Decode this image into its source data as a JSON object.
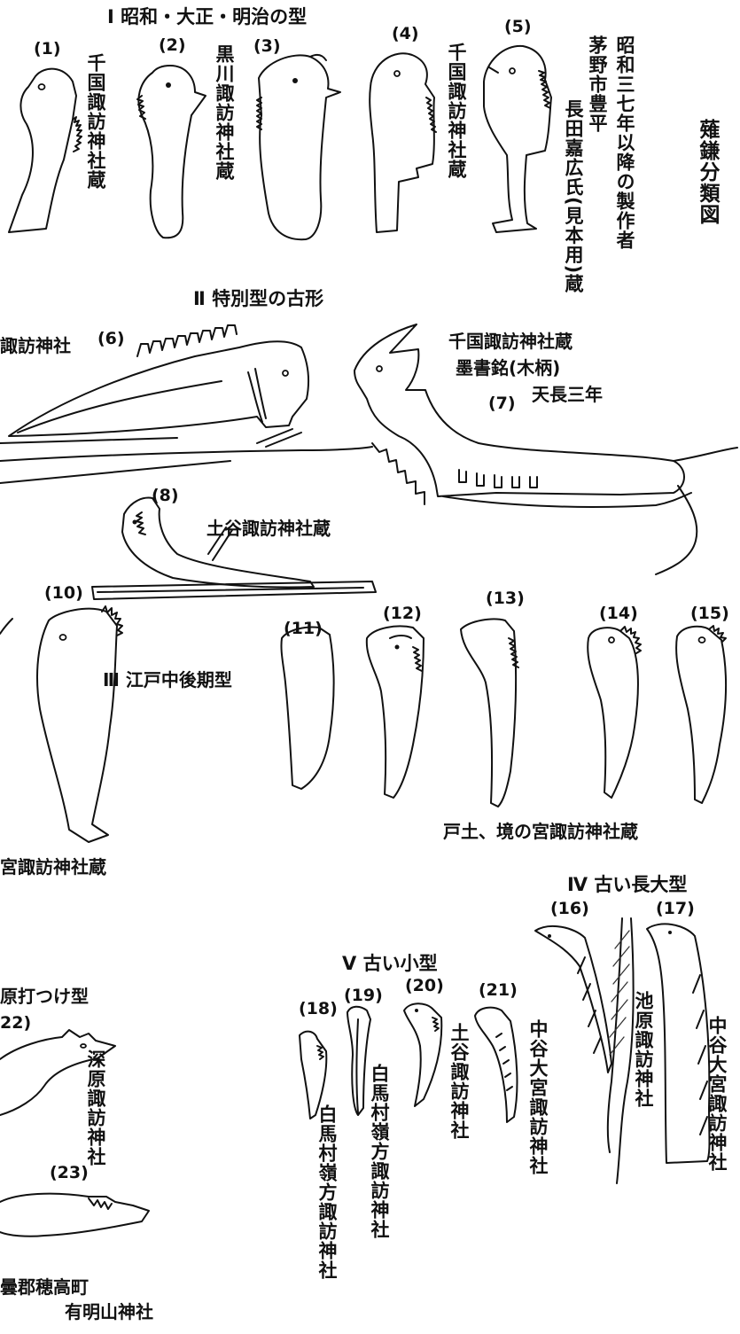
{
  "sections": {
    "s1": "Ⅰ 昭和・大正・明治の型",
    "s2": "Ⅱ 特別型の古形",
    "s3": "Ⅲ 江戸中後期型",
    "s4": "Ⅳ 古い長大型",
    "s5": "Ⅴ 古い小型",
    "s6": "原打つけ型"
  },
  "numbers": [
    "(1)",
    "(2)",
    "(3)",
    "(4)",
    "(5)",
    "(6)",
    "(7)",
    "(8)",
    "(10)",
    "(11)",
    "(12)",
    "(13)",
    "(14)",
    "(15)",
    "(16)",
    "(17)",
    "(18)",
    "(19)",
    "(20)",
    "(21)",
    "22)",
    "(23)"
  ],
  "captions": {
    "c1": "千国諏訪神社蔵",
    "c2": "黒川諏訪神社蔵",
    "c4": "千国諏訪神社蔵",
    "c5a": "茅野市豊平",
    "c5b": "長田嘉広氏(見本用)蔵",
    "c5c": "昭和三七年以降の製作者",
    "title": "薙鎌分類図",
    "c6": "諏訪神社",
    "c7a": "千国諏訪神社蔵",
    "c7b": "墨書銘(木柄)",
    "c7c": "天長三年",
    "c8": "土谷諏訪神社蔵",
    "c10": "宮諏訪神社蔵",
    "c15": "戸土、境の宮諏訪神社蔵",
    "c16": "池原諏訪神社",
    "c17": "中谷大宮諏訪神社",
    "c17b": "中谷大宮諏訪神社",
    "c18": "白馬村嶺方諏訪神社",
    "c19": "白馬村嶺方諏訪神社",
    "c21": "土谷諏訪神社",
    "c22": "深原諏訪神社",
    "c23a": "曇郡穂高町",
    "c23b": "有明山神社"
  }
}
